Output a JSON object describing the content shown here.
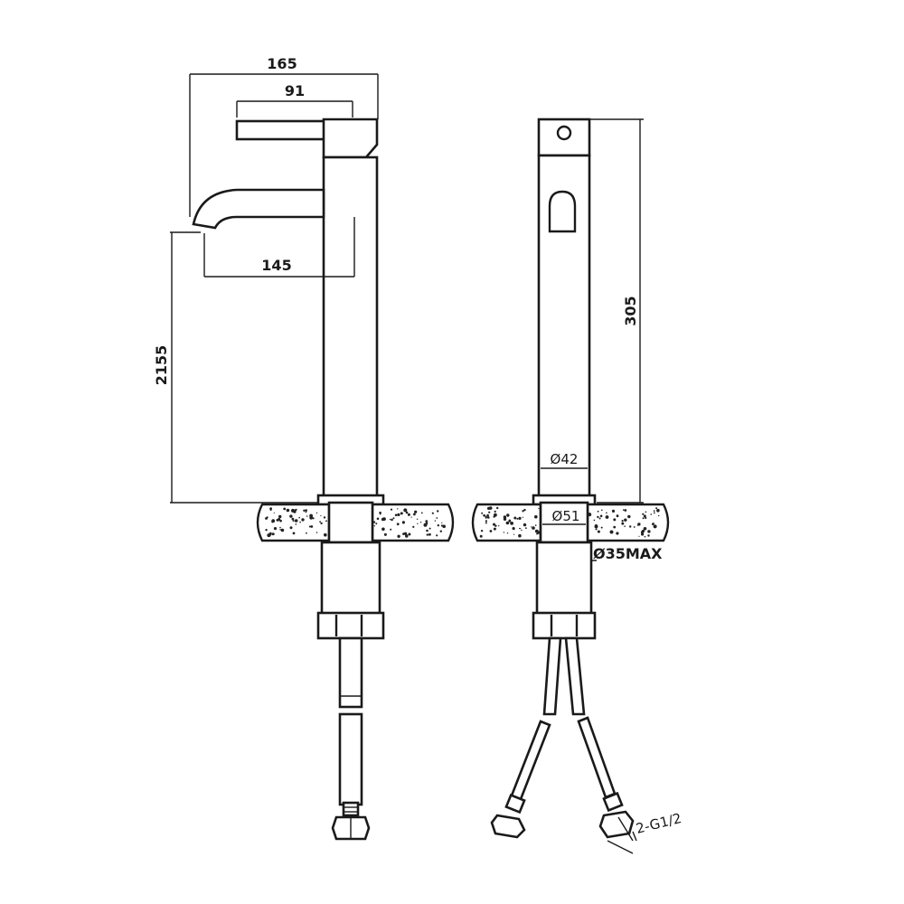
{
  "dimensions": {
    "overall_width": "165",
    "handle_length": "91",
    "spout_reach": "145",
    "spout_height": "2155",
    "total_height": "305",
    "body_diameter": "Ø42",
    "base_diameter": "Ø51",
    "hole_diameter": "Ø35MAX",
    "inlet_thread": "2-G1/2"
  },
  "colors": {
    "line": "#1a1a1a",
    "background": "#ffffff"
  }
}
